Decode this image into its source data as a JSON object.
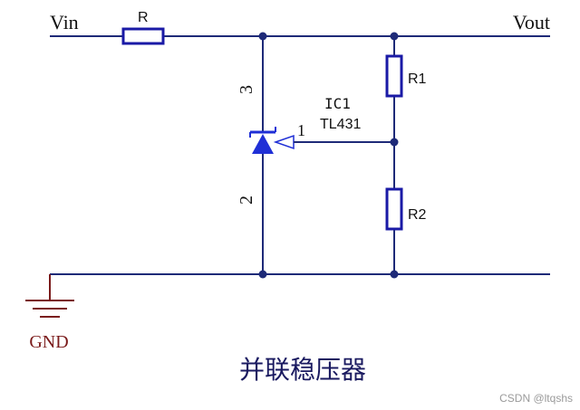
{
  "labels": {
    "vin": "Vin",
    "vout": "Vout",
    "resistor_r": "R",
    "resistor_r1": "R1",
    "resistor_r2": "R2",
    "ic_ref": "IC1",
    "ic_part": "TL431",
    "pin_cathode": "3",
    "pin_anode": "2",
    "pin_ref": "1",
    "ground": "GND",
    "caption": "并联稳压器",
    "watermark": "CSDN @ltqshs"
  },
  "colors": {
    "wire": "#1e2a78",
    "junction": "#1e2a78",
    "resistor": "#1a1aa6",
    "diode": "#1f2fd6",
    "ground": "#7a1a1a",
    "text": "#111111",
    "caption": "#1a1a60",
    "watermark": "#9a9a9a"
  }
}
